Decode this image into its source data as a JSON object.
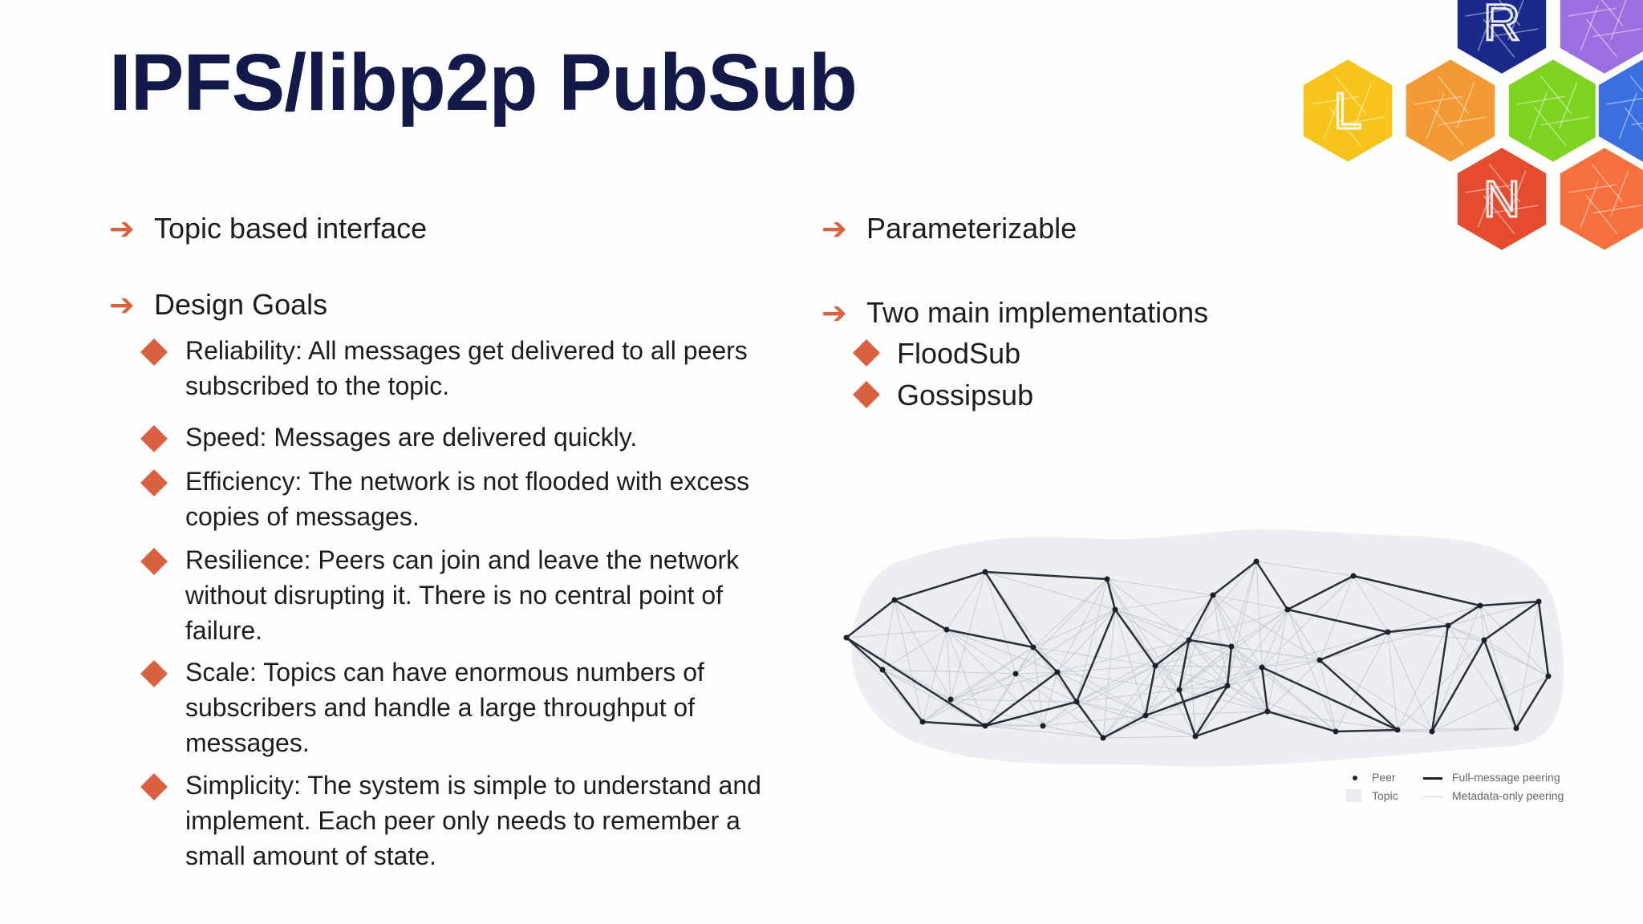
{
  "slide": {
    "title": "IPFS/libp2p PubSub",
    "left": {
      "topic_interface": "Topic based interface",
      "design_goals": "Design Goals",
      "goals": [
        {
          "text_lines": [
            "Reliability: All messages get delivered to all peers",
            "subscribed to the topic."
          ]
        },
        {
          "text_lines": [
            "Speed: Messages are delivered quickly."
          ]
        },
        {
          "text_lines": [
            "Efficiency: The network is not flooded with excess",
            "copies of messages."
          ]
        },
        {
          "text_lines": [
            "Resilience: Peers can join and leave the network",
            "without disrupting it. There is no central point of",
            "failure."
          ]
        },
        {
          "text_lines": [
            "Scale: Topics can have enormous numbers of",
            "subscribers and handle a large throughput of",
            "messages."
          ]
        },
        {
          "text_lines": [
            "Simplicity: The system is simple to understand and",
            "implement. Each peer only needs to remember a",
            "small amount of state."
          ]
        }
      ]
    },
    "right": {
      "parameterizable": "Parameterizable",
      "two_impl": "Two main implementations",
      "impls": [
        "FloodSub",
        "Gossipsub"
      ]
    },
    "legend": {
      "peer": "Peer",
      "topic": "Topic",
      "full": "Full-message peering",
      "meta": "Metadata-only peering"
    },
    "hex_letters": [
      "R",
      "L",
      "N"
    ],
    "colors": {
      "accent": "#d9613f",
      "title": "#131a4a",
      "hex_navy": "#1b2a8a",
      "hex_purple": "#9b6fe0",
      "hex_yellow": "#f6c41a",
      "hex_orange": "#f39a34",
      "hex_green": "#7ed321",
      "hex_blue": "#3a6fe0",
      "hex_red": "#e54b2e",
      "hex_coral": "#f5703c"
    }
  }
}
